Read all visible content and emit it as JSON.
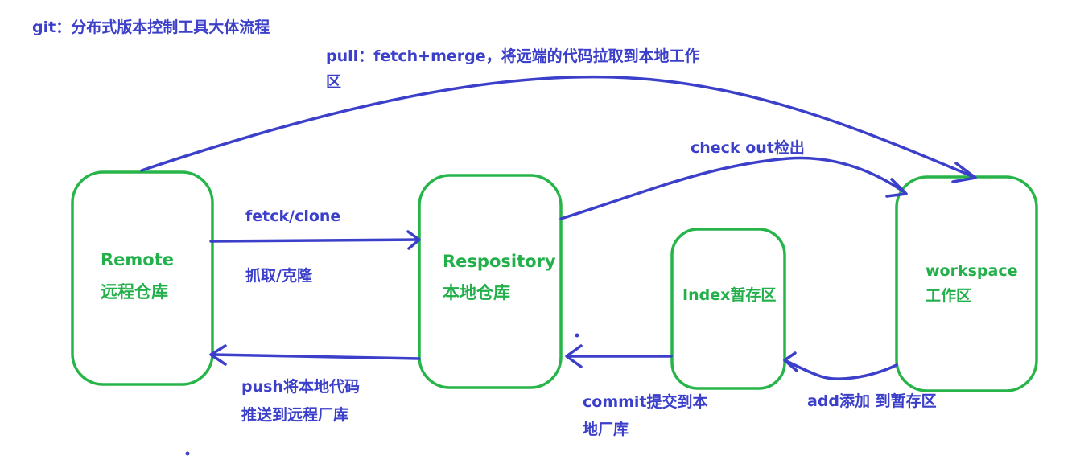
{
  "colors": {
    "annotation": "#3b3fc9",
    "node": "#27b54a",
    "background": "#ffffff"
  },
  "title": "git：分布式版本控制工具大体流程",
  "nodes": {
    "remote": {
      "line1": "Remote",
      "line2": "远程仓库"
    },
    "repository": {
      "line1": "Respository",
      "line2": "本地仓库"
    },
    "index": {
      "line1": "Index暂存区"
    },
    "workspace": {
      "line1": "workspace",
      "line2": "工作区"
    }
  },
  "edges": {
    "pull": {
      "line1": "pull：fetch+merge，将远端的代码拉取到本地工作",
      "line2": "区"
    },
    "checkout": {
      "line1": "check out检出"
    },
    "fetch": {
      "line1": "fetck/clone",
      "line2": "抓取/克隆"
    },
    "push": {
      "line1": "push将本地代码",
      "line2": "推送到远程厂库"
    },
    "commit": {
      "line1": "commit提交到本",
      "line2": "地厂库"
    },
    "add": {
      "line1": "add添加 到暂存区"
    }
  }
}
